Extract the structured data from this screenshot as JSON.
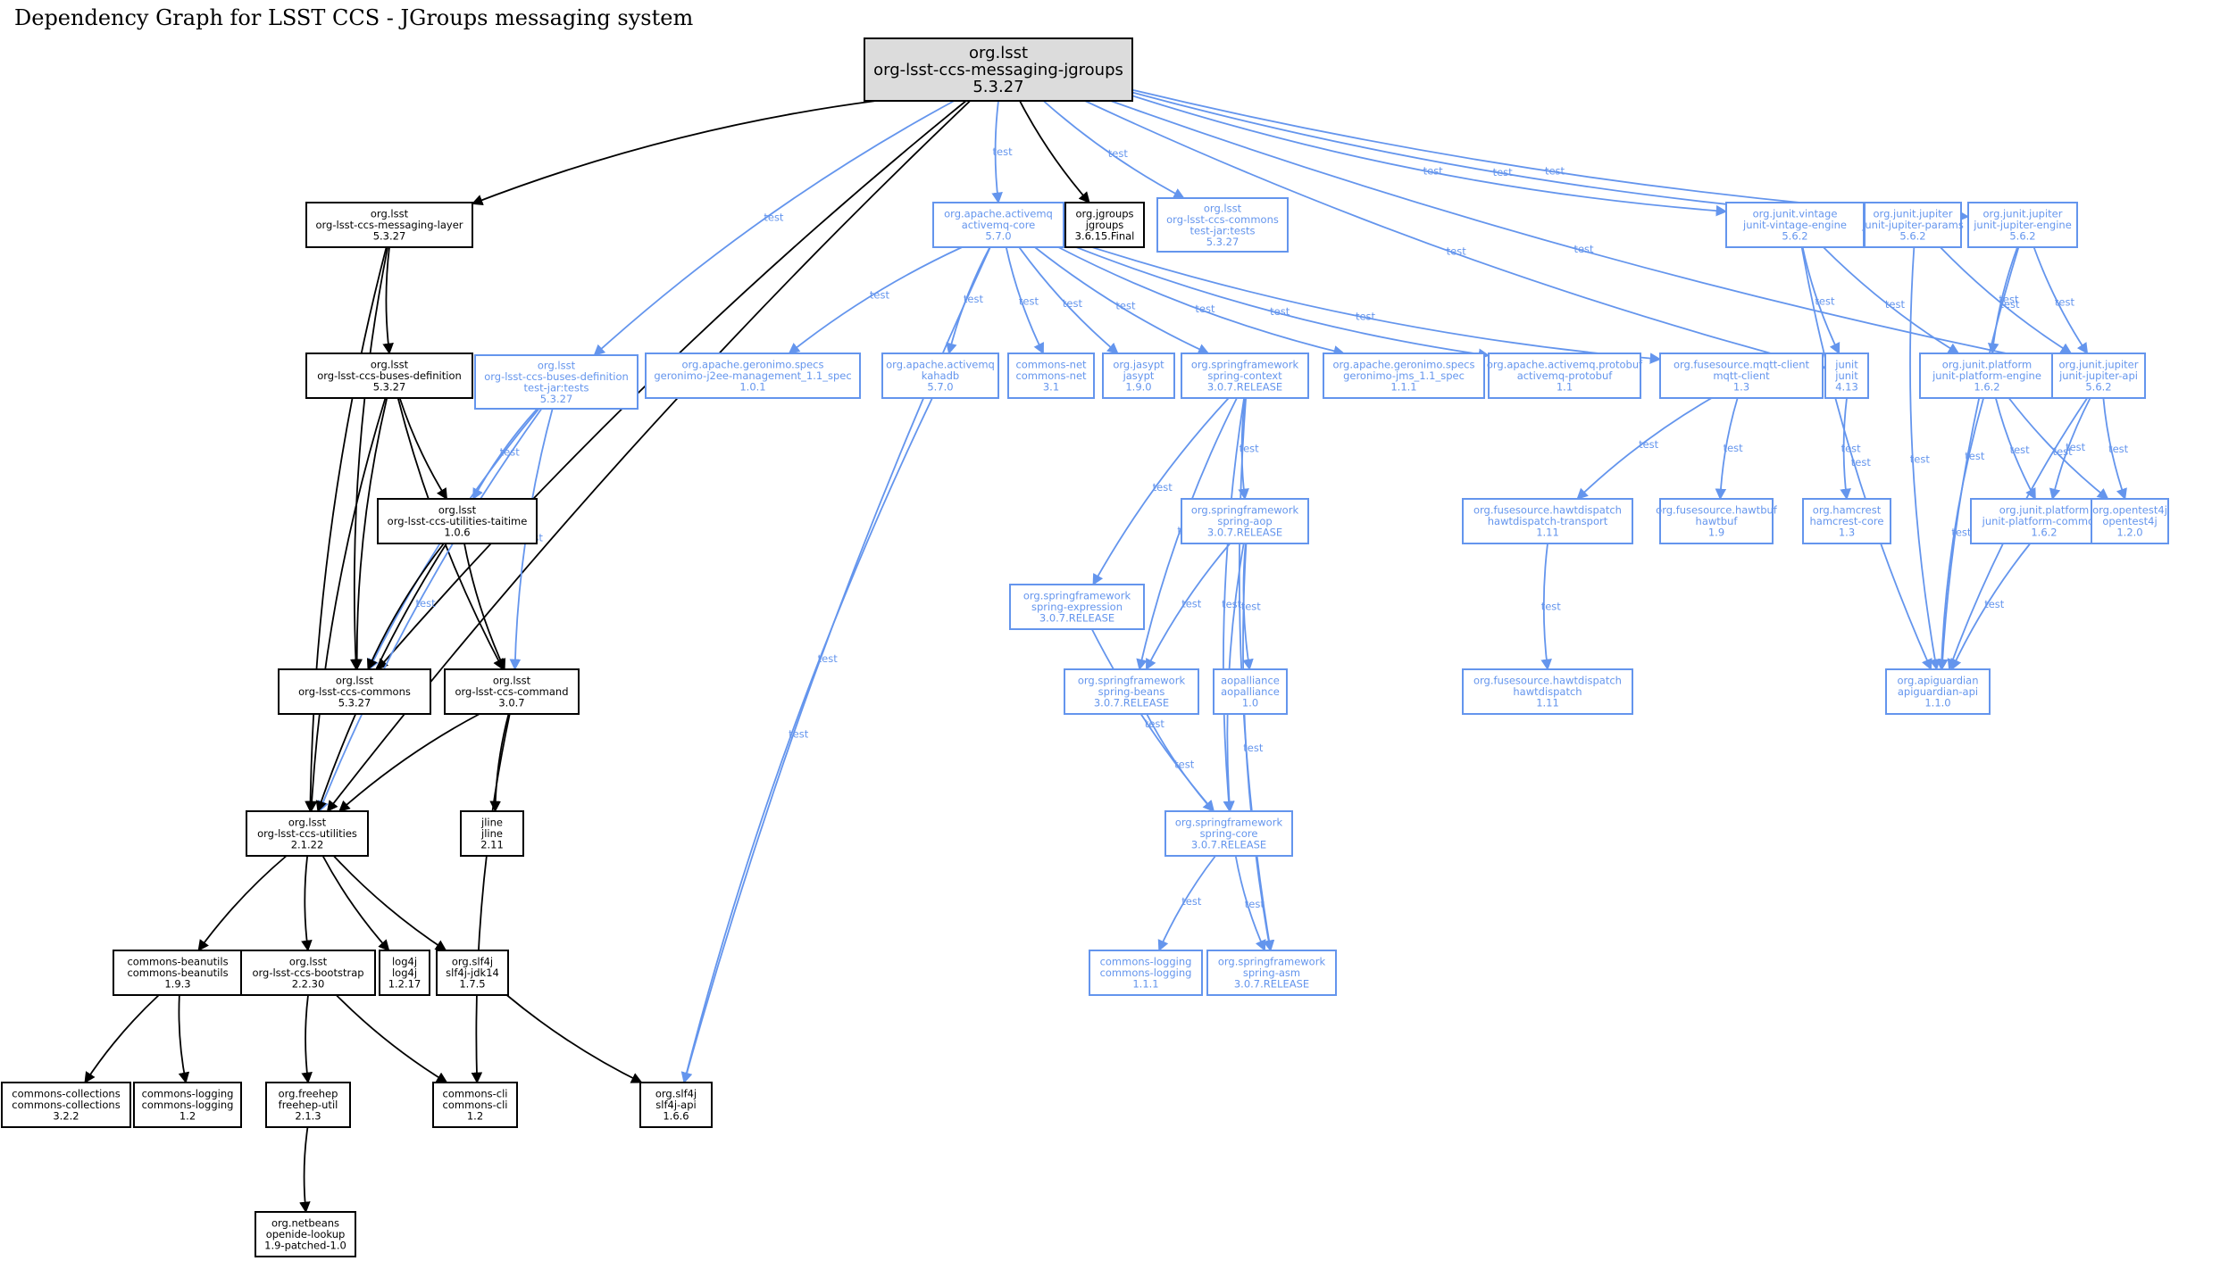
{
  "title": "Dependency Graph for LSST CCS - JGroups messaging system",
  "colors": {
    "compile": "#000000",
    "test": "#6495ed",
    "root_fill": "#dcdcdc"
  },
  "edge_label": "test",
  "nodes": [
    {
      "id": "root",
      "scope": "compile",
      "root": true,
      "lines": [
        "org.lsst",
        "org-lsst-ccs-messaging-jgroups",
        "5.3.27"
      ]
    },
    {
      "id": "msglayer",
      "scope": "compile",
      "lines": [
        "org.lsst",
        "org-lsst-ccs-messaging-layer",
        "5.3.27"
      ]
    },
    {
      "id": "jgroups",
      "scope": "compile",
      "lines": [
        "org.jgroups",
        "jgroups",
        "3.6.15.Final"
      ]
    },
    {
      "id": "commons_tests",
      "scope": "test",
      "lines": [
        "org.lsst",
        "org-lsst-ccs-commons",
        "test-jar:tests",
        "5.3.27"
      ]
    },
    {
      "id": "amqcore",
      "scope": "test",
      "lines": [
        "org.apache.activemq",
        "activemq-core",
        "5.7.0"
      ]
    },
    {
      "id": "jvintage",
      "scope": "test",
      "lines": [
        "org.junit.vintage",
        "junit-vintage-engine",
        "5.6.2"
      ]
    },
    {
      "id": "jparams",
      "scope": "test",
      "lines": [
        "org.junit.jupiter",
        "junit-jupiter-params",
        "5.6.2"
      ]
    },
    {
      "id": "jjengine",
      "scope": "test",
      "lines": [
        "org.junit.jupiter",
        "junit-jupiter-engine",
        "5.6.2"
      ]
    },
    {
      "id": "busesdef",
      "scope": "compile",
      "lines": [
        "org.lsst",
        "org-lsst-ccs-buses-definition",
        "5.3.27"
      ]
    },
    {
      "id": "busesdef_tests",
      "scope": "test",
      "lines": [
        "org.lsst",
        "org-lsst-ccs-buses-definition",
        "test-jar:tests",
        "5.3.27"
      ]
    },
    {
      "id": "j2ee",
      "scope": "test",
      "lines": [
        "org.apache.geronimo.specs",
        "geronimo-j2ee-management_1.1_spec",
        "1.0.1"
      ]
    },
    {
      "id": "kahadb",
      "scope": "test",
      "lines": [
        "org.apache.activemq",
        "kahadb",
        "5.7.0"
      ]
    },
    {
      "id": "cnet",
      "scope": "test",
      "lines": [
        "commons-net",
        "commons-net",
        "3.1"
      ]
    },
    {
      "id": "jasypt",
      "scope": "test",
      "lines": [
        "org.jasypt",
        "jasypt",
        "1.9.0"
      ]
    },
    {
      "id": "spctx",
      "scope": "test",
      "lines": [
        "org.springframework",
        "spring-context",
        "3.0.7.RELEASE"
      ]
    },
    {
      "id": "jms",
      "scope": "test",
      "lines": [
        "org.apache.geronimo.specs",
        "geronimo-jms_1.1_spec",
        "1.1.1"
      ]
    },
    {
      "id": "amqproto",
      "scope": "test",
      "lines": [
        "org.apache.activemq.protobuf",
        "activemq-protobuf",
        "1.1"
      ]
    },
    {
      "id": "mqtt",
      "scope": "test",
      "lines": [
        "org.fusesource.mqtt-client",
        "mqtt-client",
        "1.3"
      ]
    },
    {
      "id": "junit",
      "scope": "test",
      "lines": [
        "junit",
        "junit",
        "4.13"
      ]
    },
    {
      "id": "jpengine",
      "scope": "test",
      "lines": [
        "org.junit.platform",
        "junit-platform-engine",
        "1.6.2"
      ]
    },
    {
      "id": "jjapi",
      "scope": "test",
      "lines": [
        "org.junit.jupiter",
        "junit-jupiter-api",
        "5.6.2"
      ]
    },
    {
      "id": "taitime",
      "scope": "compile",
      "lines": [
        "org.lsst",
        "org-lsst-ccs-utilities-taitime",
        "1.0.6"
      ]
    },
    {
      "id": "spaop",
      "scope": "test",
      "lines": [
        "org.springframework",
        "spring-aop",
        "3.0.7.RELEASE"
      ]
    },
    {
      "id": "hdtransport",
      "scope": "test",
      "lines": [
        "org.fusesource.hawtdispatch",
        "hawtdispatch-transport",
        "1.11"
      ]
    },
    {
      "id": "hawtbuf",
      "scope": "test",
      "lines": [
        "org.fusesource.hawtbuf",
        "hawtbuf",
        "1.9"
      ]
    },
    {
      "id": "hamcrest",
      "scope": "test",
      "lines": [
        "org.hamcrest",
        "hamcrest-core",
        "1.3"
      ]
    },
    {
      "id": "jpcommons",
      "scope": "test",
      "lines": [
        "org.junit.platform",
        "junit-platform-commons",
        "1.6.2"
      ]
    },
    {
      "id": "opentest4j",
      "scope": "test",
      "lines": [
        "org.opentest4j",
        "opentest4j",
        "1.2.0"
      ]
    },
    {
      "id": "spexpr",
      "scope": "test",
      "lines": [
        "org.springframework",
        "spring-expression",
        "3.0.7.RELEASE"
      ]
    },
    {
      "id": "commons",
      "scope": "compile",
      "lines": [
        "org.lsst",
        "org-lsst-ccs-commons",
        "5.3.27"
      ]
    },
    {
      "id": "command",
      "scope": "compile",
      "lines": [
        "org.lsst",
        "org-lsst-ccs-command",
        "3.0.7"
      ]
    },
    {
      "id": "spbeans",
      "scope": "test",
      "lines": [
        "org.springframework",
        "spring-beans",
        "3.0.7.RELEASE"
      ]
    },
    {
      "id": "aopalliance",
      "scope": "test",
      "lines": [
        "aopalliance",
        "aopalliance",
        "1.0"
      ]
    },
    {
      "id": "hawtdispatch",
      "scope": "test",
      "lines": [
        "org.fusesource.hawtdispatch",
        "hawtdispatch",
        "1.11"
      ]
    },
    {
      "id": "apiguardian",
      "scope": "test",
      "lines": [
        "org.apiguardian",
        "apiguardian-api",
        "1.1.0"
      ]
    },
    {
      "id": "utilities",
      "scope": "compile",
      "lines": [
        "org.lsst",
        "org-lsst-ccs-utilities",
        "2.1.22"
      ]
    },
    {
      "id": "jline",
      "scope": "compile",
      "lines": [
        "jline",
        "jline",
        "2.11"
      ]
    },
    {
      "id": "spcore",
      "scope": "test",
      "lines": [
        "org.springframework",
        "spring-core",
        "3.0.7.RELEASE"
      ]
    },
    {
      "id": "beanutils",
      "scope": "compile",
      "lines": [
        "commons-beanutils",
        "commons-beanutils",
        "1.9.3"
      ]
    },
    {
      "id": "bootstrap",
      "scope": "compile",
      "lines": [
        "org.lsst",
        "org-lsst-ccs-bootstrap",
        "2.2.30"
      ]
    },
    {
      "id": "log4j",
      "scope": "compile",
      "lines": [
        "log4j",
        "log4j",
        "1.2.17"
      ]
    },
    {
      "id": "slf4jjdk",
      "scope": "compile",
      "lines": [
        "org.slf4j",
        "slf4j-jdk14",
        "1.7.5"
      ]
    },
    {
      "id": "clogging",
      "scope": "test",
      "lines": [
        "commons-logging",
        "commons-logging",
        "1.1.1"
      ]
    },
    {
      "id": "spasm",
      "scope": "test",
      "lines": [
        "org.springframework",
        "spring-asm",
        "3.0.7.RELEASE"
      ]
    },
    {
      "id": "ccollections",
      "scope": "compile",
      "lines": [
        "commons-collections",
        "commons-collections",
        "3.2.2"
      ]
    },
    {
      "id": "clogging12",
      "scope": "compile",
      "lines": [
        "commons-logging",
        "commons-logging",
        "1.2"
      ]
    },
    {
      "id": "freehep",
      "scope": "compile",
      "lines": [
        "org.freehep",
        "freehep-util",
        "2.1.3"
      ]
    },
    {
      "id": "ccli",
      "scope": "compile",
      "lines": [
        "commons-cli",
        "commons-cli",
        "1.2"
      ]
    },
    {
      "id": "slf4japi",
      "scope": "compile",
      "lines": [
        "org.slf4j",
        "slf4j-api",
        "1.6.6"
      ]
    },
    {
      "id": "openide",
      "scope": "compile",
      "lines": [
        "org.netbeans",
        "openide-lookup",
        "1.9-patched-1.0"
      ]
    }
  ],
  "edges": [
    {
      "from": "root",
      "to": "msglayer",
      "scope": "compile"
    },
    {
      "from": "root",
      "to": "jgroups",
      "scope": "compile"
    },
    {
      "from": "root",
      "to": "utilities",
      "scope": "compile"
    },
    {
      "from": "root",
      "to": "commons",
      "scope": "compile"
    },
    {
      "from": "root",
      "to": "commons_tests",
      "scope": "test"
    },
    {
      "from": "root",
      "to": "amqcore",
      "scope": "test"
    },
    {
      "from": "root",
      "to": "busesdef_tests",
      "scope": "test"
    },
    {
      "from": "root",
      "to": "jvintage",
      "scope": "test"
    },
    {
      "from": "root",
      "to": "jparams",
      "scope": "test"
    },
    {
      "from": "root",
      "to": "jjengine",
      "scope": "test"
    },
    {
      "from": "root",
      "to": "junit",
      "scope": "test"
    },
    {
      "from": "root",
      "to": "jjapi",
      "scope": "test"
    },
    {
      "from": "msglayer",
      "to": "busesdef",
      "scope": "compile"
    },
    {
      "from": "msglayer",
      "to": "commons",
      "scope": "compile"
    },
    {
      "from": "msglayer",
      "to": "utilities",
      "scope": "compile"
    },
    {
      "from": "busesdef",
      "to": "taitime",
      "scope": "compile"
    },
    {
      "from": "busesdef",
      "to": "command",
      "scope": "compile"
    },
    {
      "from": "busesdef",
      "to": "commons",
      "scope": "compile"
    },
    {
      "from": "busesdef",
      "to": "utilities",
      "scope": "compile"
    },
    {
      "from": "busesdef_tests",
      "to": "taitime",
      "scope": "test"
    },
    {
      "from": "busesdef_tests",
      "to": "commons",
      "scope": "test"
    },
    {
      "from": "busesdef_tests",
      "to": "command",
      "scope": "test"
    },
    {
      "from": "busesdef_tests",
      "to": "utilities",
      "scope": "test"
    },
    {
      "from": "taitime",
      "to": "commons",
      "scope": "compile"
    },
    {
      "from": "taitime",
      "to": "command",
      "scope": "compile"
    },
    {
      "from": "taitime",
      "to": "utilities",
      "scope": "compile"
    },
    {
      "from": "command",
      "to": "utilities",
      "scope": "compile"
    },
    {
      "from": "command",
      "to": "jline",
      "scope": "compile"
    },
    {
      "from": "command",
      "to": "ccli",
      "scope": "compile"
    },
    {
      "from": "utilities",
      "to": "beanutils",
      "scope": "compile"
    },
    {
      "from": "utilities",
      "to": "bootstrap",
      "scope": "compile"
    },
    {
      "from": "utilities",
      "to": "log4j",
      "scope": "compile"
    },
    {
      "from": "utilities",
      "to": "slf4jjdk",
      "scope": "compile"
    },
    {
      "from": "beanutils",
      "to": "ccollections",
      "scope": "compile"
    },
    {
      "from": "beanutils",
      "to": "clogging12",
      "scope": "compile"
    },
    {
      "from": "bootstrap",
      "to": "freehep",
      "scope": "compile"
    },
    {
      "from": "bootstrap",
      "to": "ccli",
      "scope": "compile"
    },
    {
      "from": "freehep",
      "to": "openide",
      "scope": "compile"
    },
    {
      "from": "slf4jjdk",
      "to": "slf4japi",
      "scope": "compile"
    },
    {
      "from": "amqcore",
      "to": "j2ee",
      "scope": "test"
    },
    {
      "from": "amqcore",
      "to": "kahadb",
      "scope": "test"
    },
    {
      "from": "amqcore",
      "to": "cnet",
      "scope": "test"
    },
    {
      "from": "amqcore",
      "to": "jasypt",
      "scope": "test"
    },
    {
      "from": "amqcore",
      "to": "spctx",
      "scope": "test"
    },
    {
      "from": "amqcore",
      "to": "jms",
      "scope": "test"
    },
    {
      "from": "amqcore",
      "to": "amqproto",
      "scope": "test"
    },
    {
      "from": "amqcore",
      "to": "mqtt",
      "scope": "test"
    },
    {
      "from": "amqcore",
      "to": "slf4japi",
      "scope": "test"
    },
    {
      "from": "kahadb",
      "to": "slf4japi",
      "scope": "test"
    },
    {
      "from": "spctx",
      "to": "spaop",
      "scope": "test"
    },
    {
      "from": "spctx",
      "to": "spexpr",
      "scope": "test"
    },
    {
      "from": "spctx",
      "to": "spbeans",
      "scope": "test"
    },
    {
      "from": "spctx",
      "to": "spcore",
      "scope": "test"
    },
    {
      "from": "spctx",
      "to": "spasm",
      "scope": "test"
    },
    {
      "from": "spaop",
      "to": "spbeans",
      "scope": "test"
    },
    {
      "from": "spaop",
      "to": "aopalliance",
      "scope": "test"
    },
    {
      "from": "spaop",
      "to": "spcore",
      "scope": "test"
    },
    {
      "from": "spaop",
      "to": "spasm",
      "scope": "test"
    },
    {
      "from": "spexpr",
      "to": "spcore",
      "scope": "test"
    },
    {
      "from": "spbeans",
      "to": "spcore",
      "scope": "test"
    },
    {
      "from": "spcore",
      "to": "clogging",
      "scope": "test"
    },
    {
      "from": "spcore",
      "to": "spasm",
      "scope": "test"
    },
    {
      "from": "mqtt",
      "to": "hdtransport",
      "scope": "test"
    },
    {
      "from": "mqtt",
      "to": "hawtbuf",
      "scope": "test"
    },
    {
      "from": "hdtransport",
      "to": "hawtdispatch",
      "scope": "test"
    },
    {
      "from": "junit",
      "to": "hamcrest",
      "scope": "test"
    },
    {
      "from": "jvintage",
      "to": "junit",
      "scope": "test"
    },
    {
      "from": "jvintage",
      "to": "jpengine",
      "scope": "test"
    },
    {
      "from": "jvintage",
      "to": "apiguardian",
      "scope": "test"
    },
    {
      "from": "jparams",
      "to": "jjapi",
      "scope": "test"
    },
    {
      "from": "jparams",
      "to": "apiguardian",
      "scope": "test"
    },
    {
      "from": "jjengine",
      "to": "jpengine",
      "scope": "test"
    },
    {
      "from": "jjengine",
      "to": "jjapi",
      "scope": "test"
    },
    {
      "from": "jjengine",
      "to": "apiguardian",
      "scope": "test"
    },
    {
      "from": "jpengine",
      "to": "jpcommons",
      "scope": "test"
    },
    {
      "from": "jpengine",
      "to": "opentest4j",
      "scope": "test"
    },
    {
      "from": "jpengine",
      "to": "apiguardian",
      "scope": "test"
    },
    {
      "from": "jjapi",
      "to": "jpcommons",
      "scope": "test"
    },
    {
      "from": "jjapi",
      "to": "opentest4j",
      "scope": "test"
    },
    {
      "from": "jjapi",
      "to": "apiguardian",
      "scope": "test"
    },
    {
      "from": "jpcommons",
      "to": "apiguardian",
      "scope": "test"
    }
  ]
}
